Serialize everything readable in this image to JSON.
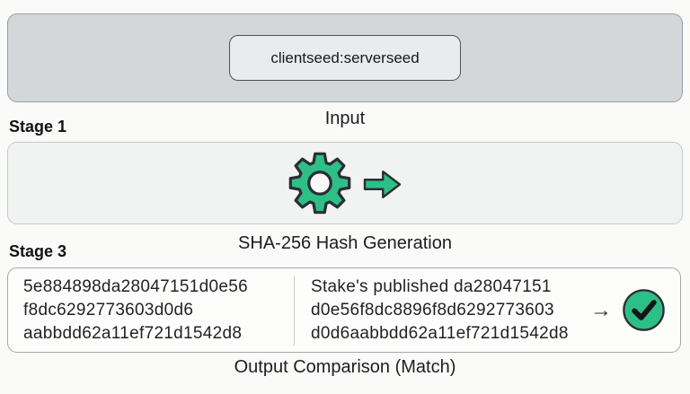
{
  "colors": {
    "accent_green": "#2dbf87",
    "icon_outline": "#2b2e33"
  },
  "input_stage": {
    "seed_text": "clientseed:serverseed",
    "caption": "Input"
  },
  "hash_stage": {
    "label": "Stage 1",
    "caption": "SHA-256 Hash Generation"
  },
  "comparison_stage": {
    "label": "Stage 3",
    "computed_hash_lines": [
      "5e884898da28047151d0e56",
      "f8dc6292773603d0d6",
      "aabbdd62a11ef721d1542d8"
    ],
    "published_hash_lines": [
      "Stake's published da28047151",
      "d0e56f8dc8896f8d6292773603",
      "d0d6aabbdd62a11ef721d1542d8"
    ],
    "arrow_glyph": "→",
    "caption": "Output Comparison (Match)",
    "result_icon": "check-circle-icon"
  }
}
